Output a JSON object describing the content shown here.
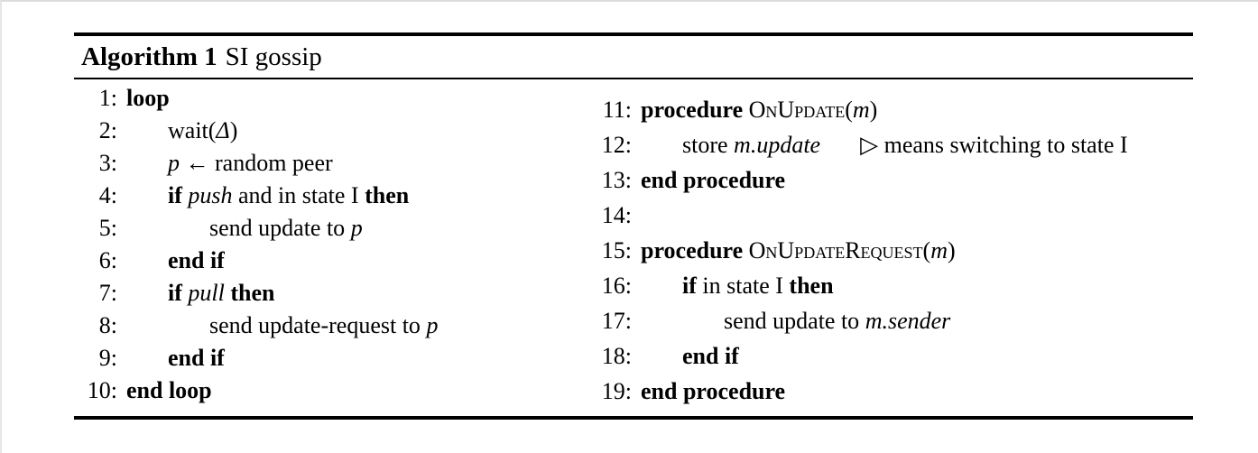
{
  "figure": {
    "caption_label": "Algorithm 1",
    "caption_title": "SI gossip",
    "columns": {
      "left": [
        {
          "num": "1:",
          "indent": 0,
          "segs": [
            [
              "loop",
              "b"
            ]
          ]
        },
        {
          "num": "2:",
          "indent": 1,
          "segs": [
            [
              "wait(",
              ""
            ],
            [
              "Δ",
              "i"
            ],
            [
              ")",
              ""
            ]
          ]
        },
        {
          "num": "3:",
          "indent": 1,
          "segs": [
            [
              "p",
              "i"
            ],
            [
              " ← random peer",
              ""
            ]
          ]
        },
        {
          "num": "4:",
          "indent": 1,
          "segs": [
            [
              "if ",
              "b"
            ],
            [
              "push",
              "i"
            ],
            [
              " and in state I ",
              ""
            ],
            [
              "then",
              "b"
            ]
          ]
        },
        {
          "num": "5:",
          "indent": 2,
          "segs": [
            [
              "send update to ",
              ""
            ],
            [
              "p",
              "i"
            ]
          ]
        },
        {
          "num": "6:",
          "indent": 1,
          "segs": [
            [
              "end if",
              "b"
            ]
          ]
        },
        {
          "num": "7:",
          "indent": 1,
          "segs": [
            [
              "if ",
              "b"
            ],
            [
              "pull",
              "i"
            ],
            [
              " ",
              ""
            ],
            [
              "then",
              "b"
            ]
          ]
        },
        {
          "num": "8:",
          "indent": 2,
          "segs": [
            [
              "send update-request to ",
              ""
            ],
            [
              "p",
              "i"
            ]
          ]
        },
        {
          "num": "9:",
          "indent": 1,
          "segs": [
            [
              "end if",
              "b"
            ]
          ]
        },
        {
          "num": "10:",
          "indent": 0,
          "segs": [
            [
              "end loop",
              "b"
            ]
          ]
        }
      ],
      "right": [
        {
          "num": "11:",
          "indent": 0,
          "segs": [
            [
              "procedure ",
              "b"
            ],
            [
              "OnUpdate",
              "sc"
            ],
            [
              "(",
              ""
            ],
            [
              "m",
              "i"
            ],
            [
              ")",
              ""
            ]
          ]
        },
        {
          "num": "12:",
          "indent": 1,
          "segs": [
            [
              "store ",
              ""
            ],
            [
              "m.update",
              "i"
            ],
            [
              "▷ means switching to state I",
              "c"
            ]
          ]
        },
        {
          "num": "13:",
          "indent": 0,
          "segs": [
            [
              "end procedure",
              "b"
            ]
          ]
        },
        {
          "num": "14:",
          "indent": 0,
          "segs": []
        },
        {
          "num": "15:",
          "indent": 0,
          "segs": [
            [
              "procedure ",
              "b"
            ],
            [
              "OnUpdateRequest",
              "sc"
            ],
            [
              "(",
              ""
            ],
            [
              "m",
              "i"
            ],
            [
              ")",
              ""
            ]
          ]
        },
        {
          "num": "16:",
          "indent": 1,
          "segs": [
            [
              "if ",
              "b"
            ],
            [
              "in state I ",
              ""
            ],
            [
              "then",
              "b"
            ]
          ]
        },
        {
          "num": "17:",
          "indent": 2,
          "segs": [
            [
              "send update to ",
              ""
            ],
            [
              "m.sender",
              "i"
            ]
          ]
        },
        {
          "num": "18:",
          "indent": 1,
          "segs": [
            [
              "end if",
              "b"
            ]
          ]
        },
        {
          "num": "19:",
          "indent": 0,
          "segs": [
            [
              "end procedure",
              "b"
            ]
          ]
        }
      ]
    }
  }
}
